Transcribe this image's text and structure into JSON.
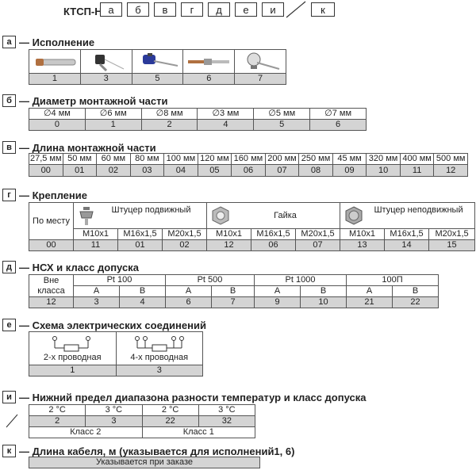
{
  "header": {
    "code": "КТСП-Н",
    "boxes": [
      "а",
      "б",
      "в",
      "г",
      "д",
      "е",
      "и"
    ],
    "suffix_box": "к"
  },
  "sections": {
    "a": {
      "letter": "а",
      "title": "— Исполнение",
      "codes": [
        "1",
        "3",
        "5",
        "6",
        "7"
      ],
      "icons": [
        "probe-straight-icon",
        "probe-head-angled-icon",
        "probe-head-blue-icon",
        "probe-threaded-icon",
        "probe-gauge-icon"
      ]
    },
    "b": {
      "letter": "б",
      "title": "— Диаметр монтажной части",
      "sizes": [
        "∅4 мм",
        "∅6 мм",
        "∅8 мм",
        "∅3 мм",
        "∅5 мм",
        "∅7 мм"
      ],
      "codes": [
        "0",
        "1",
        "2",
        "4",
        "5",
        "6"
      ]
    },
    "v": {
      "letter": "в",
      "title": "— Длина монтажной части",
      "lengths": [
        "27,5 мм",
        "50 мм",
        "60 мм",
        "80 мм",
        "100 мм",
        "120 мм",
        "160 мм",
        "200 мм",
        "250 мм",
        "45 мм",
        "320 мм",
        "400 мм",
        "500 мм"
      ],
      "codes": [
        "00",
        "01",
        "02",
        "03",
        "04",
        "05",
        "06",
        "07",
        "08",
        "09",
        "10",
        "11",
        "12"
      ]
    },
    "g": {
      "letter": "г",
      "title": "— Крепление",
      "by_place": "По месту",
      "group1": "Штуцер подвижный",
      "group2": "Гайка",
      "group3": "Штуцер неподвижный",
      "threads": [
        "M10x1",
        "M16x1,5",
        "M20x1,5",
        "M10x1",
        "M16x1,5",
        "M20x1,5",
        "M10x1",
        "M16x1,5",
        "M20x1,5"
      ],
      "codes": [
        "00",
        "11",
        "01",
        "02",
        "12",
        "06",
        "07",
        "13",
        "14",
        "15"
      ]
    },
    "d": {
      "letter": "д",
      "title": "— НСХ и класс допуска",
      "out_of_class": "Вне класса",
      "types": [
        "Pt 100",
        "Pt 500",
        "Pt 1000",
        "100П"
      ],
      "classes": [
        "А",
        "В",
        "А",
        "В",
        "А",
        "В",
        "А",
        "В"
      ],
      "codes": [
        "12",
        "3",
        "4",
        "6",
        "7",
        "9",
        "10",
        "21",
        "22"
      ]
    },
    "e": {
      "letter": "е",
      "title": "— Схема электрических соединений",
      "wiring": [
        "2-х проводная",
        "4-х проводная"
      ],
      "codes": [
        "1",
        "3"
      ]
    },
    "i": {
      "letter": "и",
      "title": "— Нижний предел диапазона разности температур и класс допуска",
      "temps": [
        "2 °C",
        "3 °C",
        "2 °C",
        "3 °C"
      ],
      "codes": [
        "2",
        "3",
        "22",
        "32"
      ],
      "classes": [
        "Класс 2",
        "Класс 1"
      ]
    },
    "k": {
      "letter": "к",
      "title": "— Длина кабеля, м (указывается для исполнений1, 6)",
      "note": "Указывается при заказе"
    }
  }
}
